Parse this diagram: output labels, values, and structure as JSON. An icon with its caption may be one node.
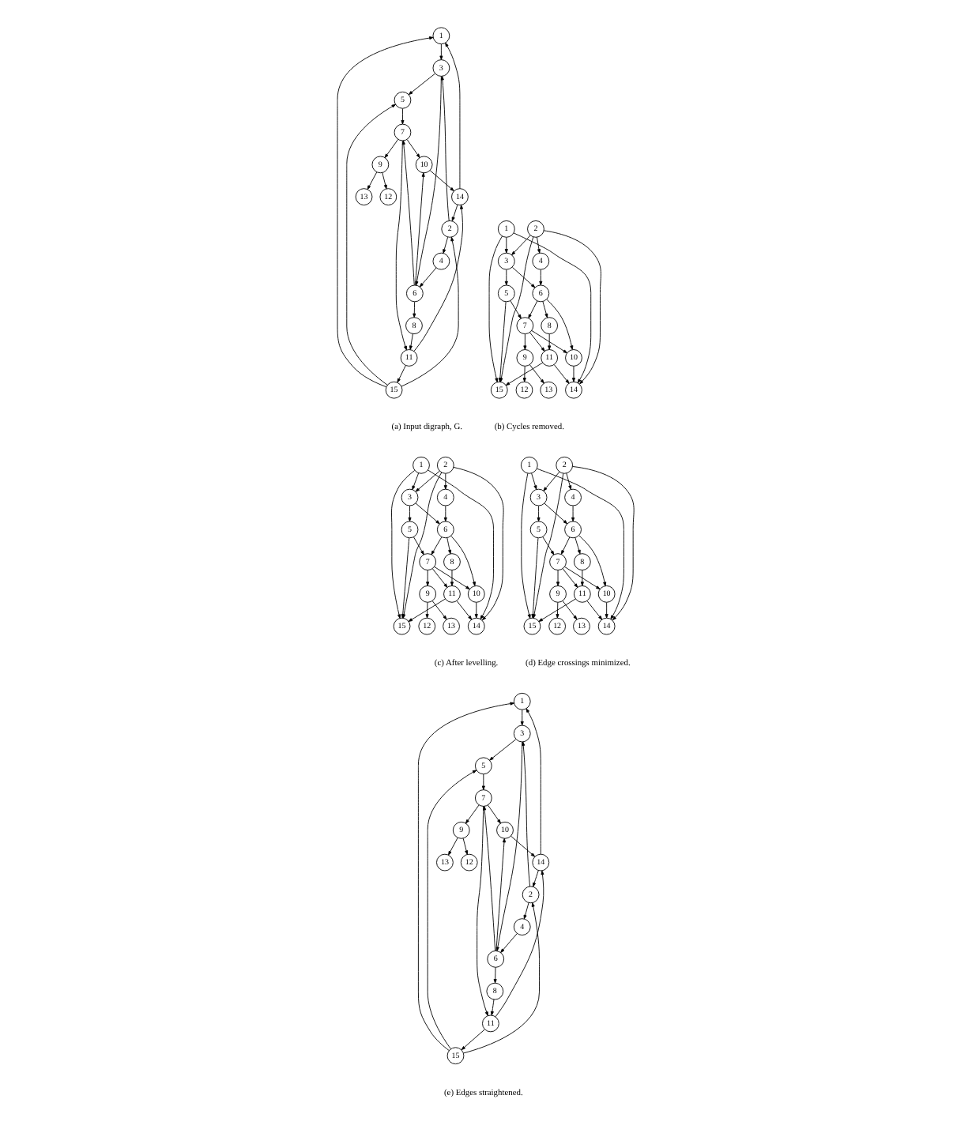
{
  "diagram": {
    "nodes": [
      {
        "text": [
          "1"
        ]
      },
      {
        "text": [
          "2"
        ]
      },
      {
        "text": [
          "3"
        ]
      },
      {
        "text": [
          "4"
        ]
      },
      {
        "text": [
          "5"
        ]
      },
      {
        "text": [
          "6"
        ]
      },
      {
        "text": [
          "7"
        ]
      },
      {
        "text": [
          "8"
        ]
      },
      {
        "text": [
          "9"
        ]
      },
      {
        "text": [
          "10"
        ]
      },
      {
        "text": [
          "11"
        ]
      },
      {
        "text": [
          "12"
        ]
      },
      {
        "text": [
          "13"
        ]
      },
      {
        "text": [
          "14"
        ]
      },
      {
        "text": [
          "15"
        ]
      },
      {
        "text": [
          "1"
        ]
      },
      {
        "text": [
          "2"
        ]
      },
      {
        "text": [
          "3"
        ]
      },
      {
        "text": [
          "4"
        ]
      },
      {
        "text": [
          "5"
        ]
      },
      {
        "text": [
          "6"
        ]
      },
      {
        "text": [
          "7"
        ]
      },
      {
        "text": [
          "8"
        ]
      },
      {
        "text": [
          "9"
        ]
      },
      {
        "text": [
          "10"
        ]
      },
      {
        "text": [
          "11"
        ]
      },
      {
        "text": [
          "12"
        ]
      },
      {
        "text": [
          "13"
        ]
      },
      {
        "text": [
          "14"
        ]
      },
      {
        "text": [
          "15"
        ]
      },
      {
        "text": [
          "1"
        ]
      },
      {
        "text": [
          "2"
        ]
      },
      {
        "text": [
          "3"
        ]
      },
      {
        "text": [
          "4"
        ]
      },
      {
        "text": [
          "5"
        ]
      },
      {
        "text": [
          "6"
        ]
      },
      {
        "text": [
          "7"
        ]
      },
      {
        "text": [
          "8"
        ]
      },
      {
        "text": [
          "9"
        ]
      },
      {
        "text": [
          "10"
        ]
      },
      {
        "text": [
          "11"
        ]
      },
      {
        "text": [
          "12"
        ]
      },
      {
        "text": [
          "13"
        ]
      },
      {
        "text": [
          "14"
        ]
      },
      {
        "text": [
          "15"
        ]
      },
      {
        "text": [
          "1"
        ]
      },
      {
        "text": [
          "2"
        ]
      },
      {
        "text": [
          "3"
        ]
      },
      {
        "text": [
          "4"
        ]
      },
      {
        "text": [
          "5"
        ]
      },
      {
        "text": [
          "6"
        ]
      },
      {
        "text": [
          "7"
        ]
      },
      {
        "text": [
          "8"
        ]
      },
      {
        "text": [
          "9"
        ]
      },
      {
        "text": [
          "10"
        ]
      },
      {
        "text": [
          "11"
        ]
      },
      {
        "text": [
          "12"
        ]
      },
      {
        "text": [
          "13"
        ]
      },
      {
        "text": [
          "14"
        ]
      },
      {
        "text": [
          "15"
        ]
      },
      {
        "text": [
          "1"
        ]
      },
      {
        "text": [
          "2"
        ]
      },
      {
        "text": [
          "3"
        ]
      },
      {
        "text": [
          "4"
        ]
      },
      {
        "text": [
          "5"
        ]
      },
      {
        "text": [
          "6"
        ]
      },
      {
        "text": [
          "7"
        ]
      },
      {
        "text": [
          "8"
        ]
      },
      {
        "text": [
          "9"
        ]
      },
      {
        "text": [
          "10"
        ]
      },
      {
        "text": [
          "11"
        ]
      },
      {
        "text": [
          "12"
        ]
      },
      {
        "text": [
          "13"
        ]
      },
      {
        "text": [
          "14"
        ]
      },
      {
        "text": [
          "15"
        ]
      }
    ],
    "edges": [
      {
        "from": 5,
        "to": 7,
        "arrow": "to"
      },
      {
        "from": 5,
        "to": 9,
        "arrow": "to"
      },
      {
        "from": 5,
        "to": 6,
        "arrow": "to"
      },
      {
        "from": 7,
        "to": 10,
        "arrow": "to"
      },
      {
        "from": 3,
        "to": 5,
        "arrow": "to"
      },
      {
        "from": 2,
        "to": 5,
        "arrow": "to"
      },
      {
        "from": 1,
        "to": 3,
        "arrow": "to"
      },
      {
        "from": 1,
        "to": 2,
        "arrow": "to"
      },
      {
        "from": 2,
        "to": 4,
        "arrow": "to"
      },
      {
        "from": 0,
        "to": 2,
        "arrow": "to"
      },
      {
        "from": 13,
        "to": 0,
        "arrow": "to"
      },
      {
        "from": 13,
        "to": 1,
        "arrow": "to"
      },
      {
        "from": 10,
        "to": 13,
        "arrow": "to"
      },
      {
        "from": 9,
        "to": 13,
        "arrow": "to"
      },
      {
        "from": 6,
        "to": 9,
        "arrow": "to"
      },
      {
        "from": 6,
        "to": 10,
        "arrow": "to"
      },
      {
        "from": 6,
        "to": 8,
        "arrow": "to"
      },
      {
        "from": 8,
        "to": 11,
        "arrow": "to"
      },
      {
        "from": 8,
        "to": 12,
        "arrow": "to"
      },
      {
        "from": 4,
        "to": 6,
        "arrow": "to"
      },
      {
        "from": 14,
        "to": 4,
        "arrow": "to"
      },
      {
        "from": 14,
        "to": 0,
        "arrow": "to"
      },
      {
        "from": 14,
        "to": 1,
        "arrow": "to"
      },
      {
        "from": 10,
        "to": 14,
        "arrow": "to"
      },
      {
        "from": 20,
        "to": 22,
        "arrow": "to"
      },
      {
        "from": 20,
        "to": 24,
        "arrow": "to"
      },
      {
        "from": 20,
        "to": 21,
        "arrow": "to"
      },
      {
        "from": 22,
        "to": 25,
        "arrow": "to"
      },
      {
        "from": 18,
        "to": 20,
        "arrow": "to"
      },
      {
        "from": 17,
        "to": 20,
        "arrow": "to"
      },
      {
        "from": 16,
        "to": 18,
        "arrow": "to"
      },
      {
        "from": 16,
        "to": 17,
        "arrow": "to"
      },
      {
        "from": 17,
        "to": 19,
        "arrow": "to"
      },
      {
        "from": 15,
        "to": 17,
        "arrow": "to"
      },
      {
        "from": 15,
        "to": 28,
        "arrow": "to"
      },
      {
        "from": 16,
        "to": 28,
        "arrow": "to"
      },
      {
        "from": 25,
        "to": 28,
        "arrow": "to"
      },
      {
        "from": 24,
        "to": 28,
        "arrow": "to"
      },
      {
        "from": 21,
        "to": 24,
        "arrow": "to"
      },
      {
        "from": 21,
        "to": 25,
        "arrow": "to"
      },
      {
        "from": 21,
        "to": 23,
        "arrow": "to"
      },
      {
        "from": 23,
        "to": 26,
        "arrow": "to"
      },
      {
        "from": 23,
        "to": 27,
        "arrow": "to"
      },
      {
        "from": 19,
        "to": 21,
        "arrow": "to"
      },
      {
        "from": 19,
        "to": 29,
        "arrow": "to"
      },
      {
        "from": 15,
        "to": 29,
        "arrow": "to"
      },
      {
        "from": 16,
        "to": 29,
        "arrow": "to"
      },
      {
        "from": 25,
        "to": 29,
        "arrow": "to"
      },
      {
        "from": 30,
        "to": 32,
        "arrow": "to"
      },
      {
        "from": 31,
        "to": 33,
        "arrow": "to"
      },
      {
        "from": 31,
        "to": 32,
        "arrow": "to"
      },
      {
        "from": 30,
        "to": 43,
        "arrow": "to"
      },
      {
        "from": 30,
        "to": 44,
        "arrow": "to"
      },
      {
        "from": 31,
        "to": 43,
        "arrow": "to"
      },
      {
        "from": 31,
        "to": 44,
        "arrow": "to"
      },
      {
        "from": 32,
        "to": 34,
        "arrow": "to"
      },
      {
        "from": 32,
        "to": 35,
        "arrow": "to"
      },
      {
        "from": 33,
        "to": 35,
        "arrow": "to"
      },
      {
        "from": 34,
        "to": 36,
        "arrow": "to"
      },
      {
        "from": 34,
        "to": 44,
        "arrow": "to"
      },
      {
        "from": 35,
        "to": 37,
        "arrow": "to"
      },
      {
        "from": 35,
        "to": 36,
        "arrow": "to"
      },
      {
        "from": 35,
        "to": 39,
        "arrow": "to"
      },
      {
        "from": 37,
        "to": 40,
        "arrow": "to"
      },
      {
        "from": 36,
        "to": 38,
        "arrow": "to"
      },
      {
        "from": 36,
        "to": 39,
        "arrow": "to"
      },
      {
        "from": 36,
        "to": 40,
        "arrow": "to"
      },
      {
        "from": 38,
        "to": 41,
        "arrow": "to"
      },
      {
        "from": 38,
        "to": 42,
        "arrow": "to"
      },
      {
        "from": 39,
        "to": 43,
        "arrow": "to"
      },
      {
        "from": 40,
        "to": 43,
        "arrow": "to"
      },
      {
        "from": 40,
        "to": 44,
        "arrow": "to"
      },
      {
        "from": 45,
        "to": 47,
        "arrow": "to"
      },
      {
        "from": 45,
        "to": 58,
        "arrow": "to"
      },
      {
        "from": 45,
        "to": 59,
        "arrow": "to"
      },
      {
        "from": 46,
        "to": 47,
        "arrow": "to"
      },
      {
        "from": 46,
        "to": 48,
        "arrow": "to"
      },
      {
        "from": 46,
        "to": 58,
        "arrow": "to"
      },
      {
        "from": 46,
        "to": 59,
        "arrow": "to"
      },
      {
        "from": 47,
        "to": 49,
        "arrow": "to"
      },
      {
        "from": 47,
        "to": 50,
        "arrow": "to"
      },
      {
        "from": 48,
        "to": 50,
        "arrow": "to"
      },
      {
        "from": 49,
        "to": 51,
        "arrow": "to"
      },
      {
        "from": 49,
        "to": 59,
        "arrow": "to"
      },
      {
        "from": 50,
        "to": 51,
        "arrow": "to"
      },
      {
        "from": 50,
        "to": 54,
        "arrow": "to"
      },
      {
        "from": 50,
        "to": 52,
        "arrow": "to"
      },
      {
        "from": 52,
        "to": 55,
        "arrow": "to"
      },
      {
        "from": 51,
        "to": 53,
        "arrow": "to"
      },
      {
        "from": 51,
        "to": 54,
        "arrow": "to"
      },
      {
        "from": 51,
        "to": 55,
        "arrow": "to"
      },
      {
        "from": 53,
        "to": 56,
        "arrow": "to"
      },
      {
        "from": 53,
        "to": 57,
        "arrow": "to"
      },
      {
        "from": 54,
        "to": 58,
        "arrow": "to"
      },
      {
        "from": 55,
        "to": 58,
        "arrow": "to"
      },
      {
        "from": 55,
        "to": 59,
        "arrow": "to"
      },
      {
        "from": 60,
        "to": 62,
        "arrow": "to"
      },
      {
        "from": 61,
        "to": 62,
        "arrow": "to"
      },
      {
        "from": 61,
        "to": 63,
        "arrow": "to"
      },
      {
        "from": 62,
        "to": 64,
        "arrow": "to"
      },
      {
        "from": 62,
        "to": 65,
        "arrow": "to"
      },
      {
        "from": 63,
        "to": 65,
        "arrow": "to"
      },
      {
        "from": 64,
        "to": 66,
        "arrow": "to"
      },
      {
        "from": 65,
        "to": 66,
        "arrow": "to"
      },
      {
        "from": 65,
        "to": 67,
        "arrow": "to"
      },
      {
        "from": 65,
        "to": 69,
        "arrow": "to"
      },
      {
        "from": 66,
        "to": 68,
        "arrow": "to"
      },
      {
        "from": 66,
        "to": 69,
        "arrow": "to"
      },
      {
        "from": 66,
        "to": 70,
        "arrow": "to"
      },
      {
        "from": 67,
        "to": 70,
        "arrow": "to"
      },
      {
        "from": 68,
        "to": 71,
        "arrow": "to"
      },
      {
        "from": 68,
        "to": 72,
        "arrow": "to"
      },
      {
        "from": 69,
        "to": 73,
        "arrow": "to"
      },
      {
        "from": 70,
        "to": 73,
        "arrow": "to"
      },
      {
        "from": 70,
        "to": 74,
        "arrow": "to"
      },
      {
        "from": 73,
        "to": 60,
        "arrow": "to"
      },
      {
        "from": 74,
        "to": 60,
        "arrow": "to"
      },
      {
        "from": 73,
        "to": 61,
        "arrow": "to"
      },
      {
        "from": 74,
        "to": 61,
        "arrow": "to"
      },
      {
        "from": 74,
        "to": 64,
        "arrow": "to"
      }
    ],
    "labels": [
      "(a) Input digraph, G.",
      "(b) Cycles removed.",
      "(c) After levelling.",
      "(d) Edge crossings minimized.",
      "(e) Edges straightened."
    ]
  }
}
